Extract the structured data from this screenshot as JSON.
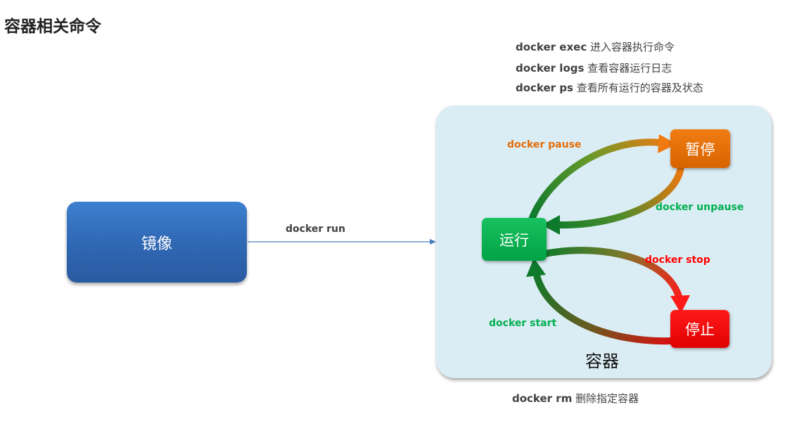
{
  "title": "容器相关命令",
  "commands": [
    {
      "kw": "docker exec",
      "desc": "进入容器执行命令"
    },
    {
      "kw": "docker logs",
      "desc": "查看容器运行日志"
    },
    {
      "kw": "docker ps",
      "desc": "查看所有运行的容器及状态"
    }
  ],
  "rm_command": {
    "kw": "docker rm",
    "desc": "删除指定容器"
  },
  "image_label": "镜像",
  "run_label": "docker run",
  "container_label": "容器",
  "states": {
    "running": "运行",
    "paused": "暂停",
    "stopped": "停止"
  },
  "edges": {
    "pause": "docker pause",
    "unpause": "docker unpause",
    "stop": "docker stop",
    "start": "docker start"
  },
  "colors": {
    "pause": "#e36c09",
    "unpause": "#00b050",
    "stop": "#ff0000",
    "start": "#00b050",
    "image": "#2f67b3",
    "container_bg": "#dbedf4"
  }
}
